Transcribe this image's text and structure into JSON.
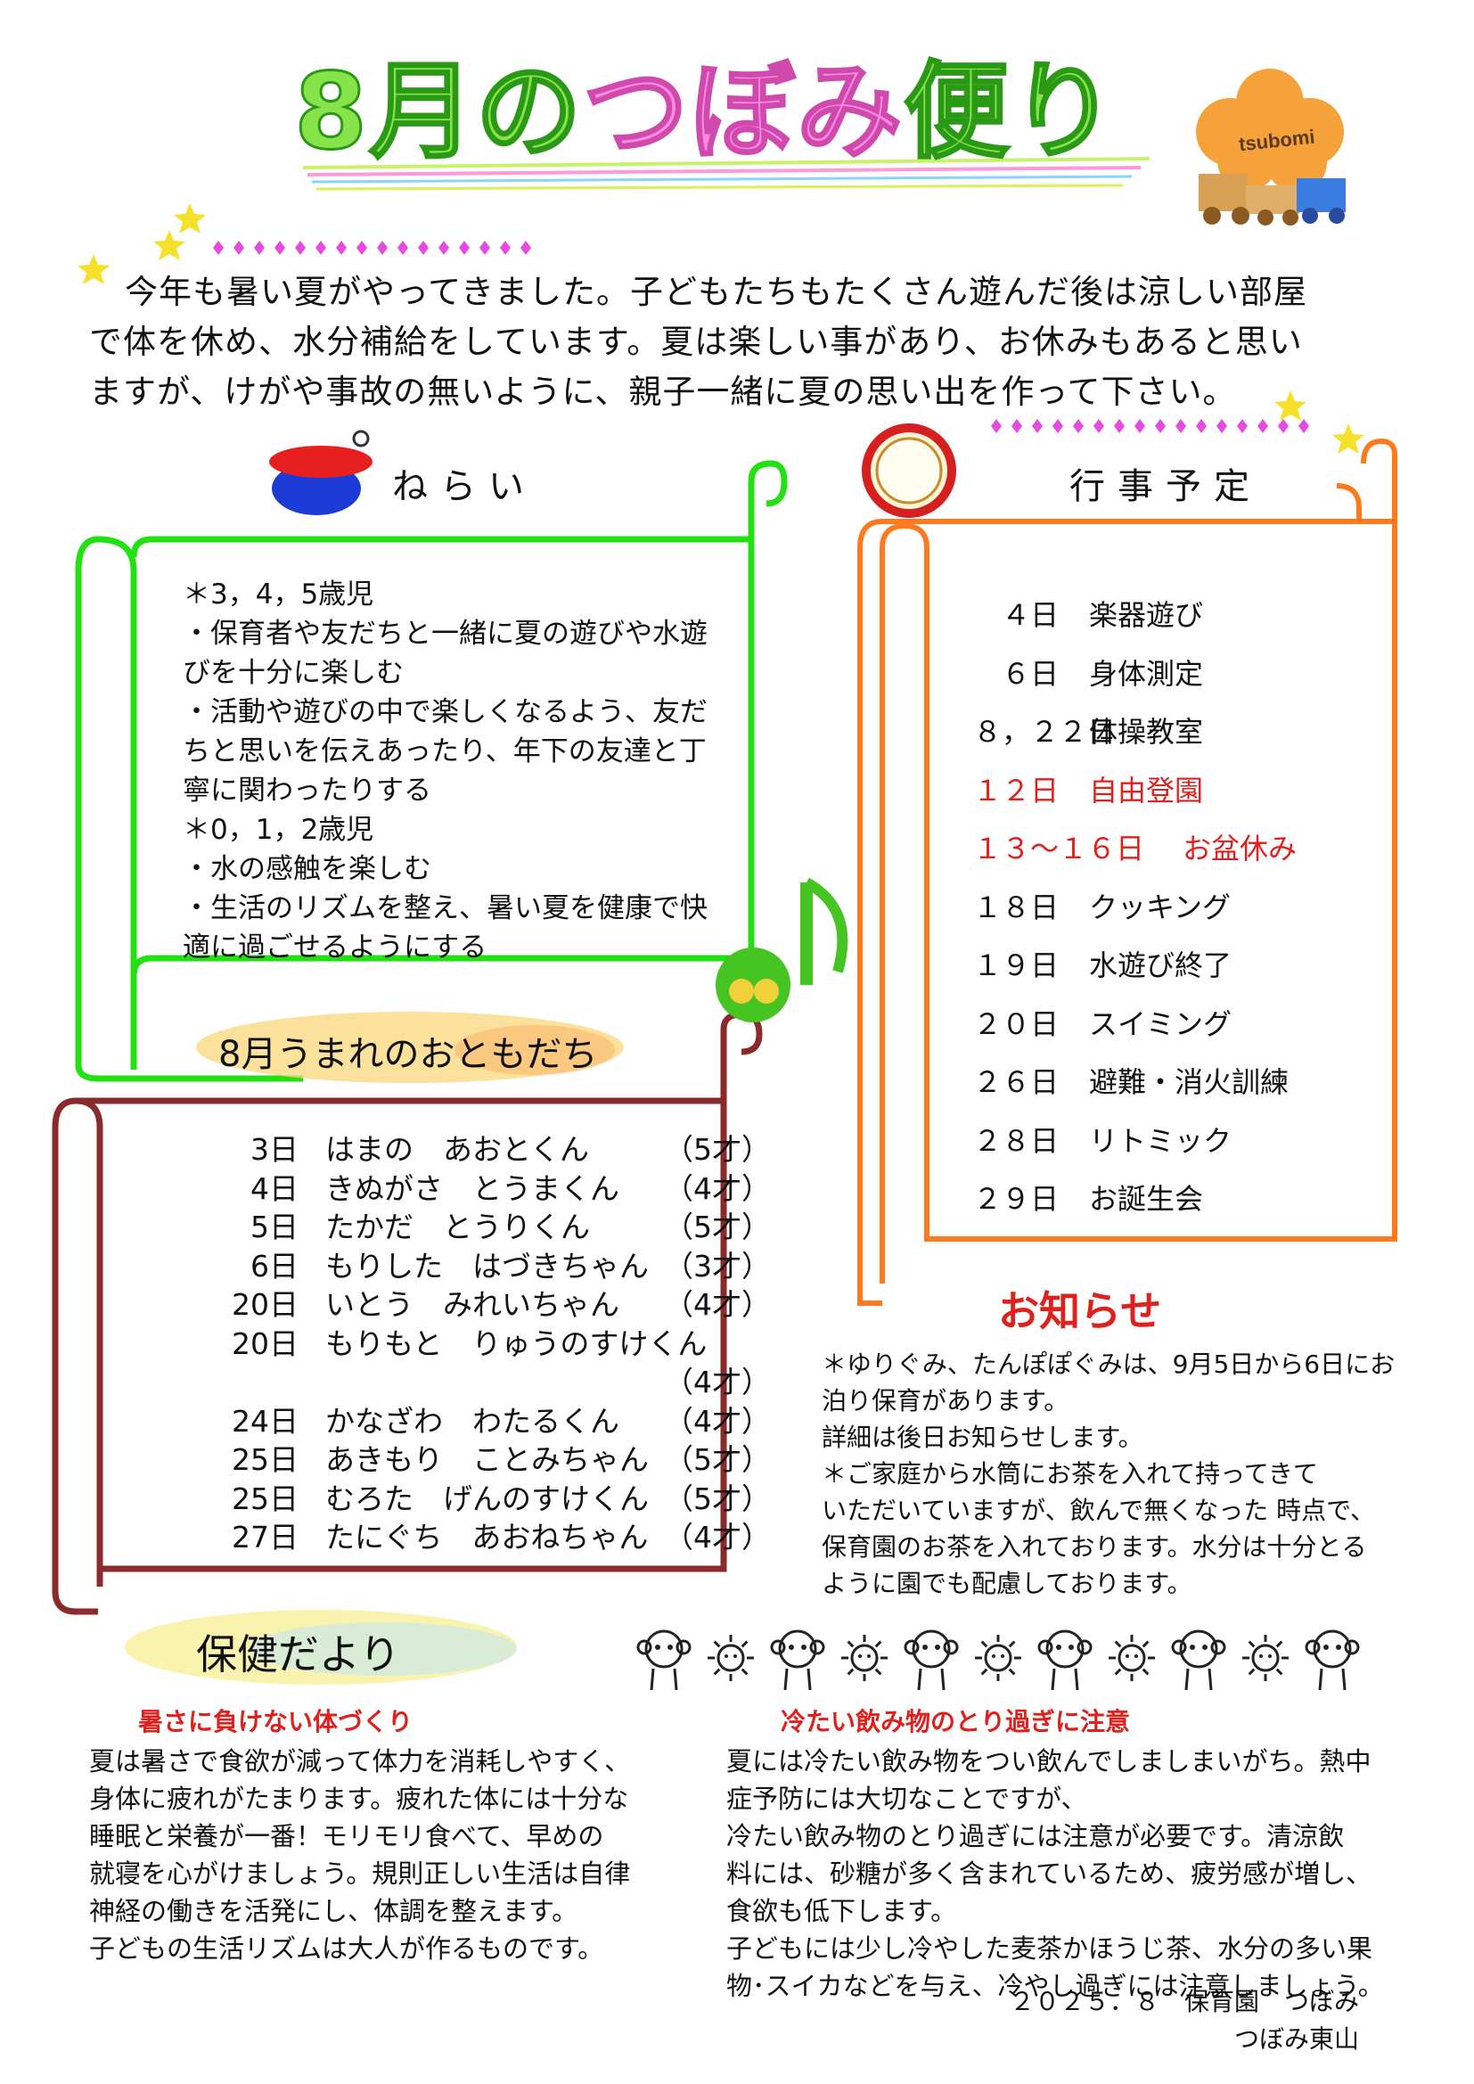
{
  "title": {
    "part1": "8月の",
    "part2": "つぼみ",
    "part3": "便り"
  },
  "logo_text": "tsubomi",
  "intro": "今年も暑い夏がやってきました。子どもたちもたくさん遊んだ後は涼しい部屋で体を休め、水分補給をしています。夏は楽しい事があり、お休みもあると思いますが、けがや事故の無いように、親子一緒に夏の思い出を作って下さい。",
  "nerai": {
    "heading": "ねらい",
    "lines": [
      "＊3，4，5歳児",
      "・保育者や友だちと一緒に夏の遊びや水遊",
      "びを十分に楽しむ",
      "・活動や遊びの中で楽しくなるよう、友だ",
      "ちと思いを伝えあったり、年下の友達と丁",
      "寧に関わったりする",
      "＊0，1，2歳児",
      "・水の感触を楽しむ",
      "・生活のリズムを整え、暑い夏を健康で快",
      "適に過ごせるようにする"
    ]
  },
  "events": {
    "heading": "行事予定",
    "items": [
      {
        "day": "　４日",
        "name": "楽器遊び",
        "highlight": false
      },
      {
        "day": "　６日",
        "name": "身体測定",
        "highlight": false
      },
      {
        "day": "８，２２日",
        "name": "体操教室",
        "highlight": false
      },
      {
        "day": "１２日",
        "name": "自由登園",
        "highlight": true
      },
      {
        "day": "１３～１６日",
        "name": "お盆休み",
        "highlight": true
      },
      {
        "day": "１８日",
        "name": "クッキング",
        "highlight": false
      },
      {
        "day": "１９日",
        "name": "水遊び終了",
        "highlight": false
      },
      {
        "day": "２０日",
        "name": "スイミング",
        "highlight": false
      },
      {
        "day": "２６日",
        "name": "避難・消火訓練",
        "highlight": false
      },
      {
        "day": "２８日",
        "name": "リトミック",
        "highlight": false
      },
      {
        "day": "２９日",
        "name": "お誕生会",
        "highlight": false
      }
    ]
  },
  "birthdays": {
    "heading": "8月うまれのおともだち",
    "items": [
      {
        "day": "3日",
        "name": "はまの　あおとくん",
        "age": "（5才）"
      },
      {
        "day": "4日",
        "name": "きぬがさ　とうまくん",
        "age": "（4才）"
      },
      {
        "day": "5日",
        "name": "たかだ　とうりくん",
        "age": "（5才）"
      },
      {
        "day": "6日",
        "name": "もりした　はづきちゃん",
        "age": "（3才）"
      },
      {
        "day": "20日",
        "name": "いとう　みれいちゃん",
        "age": "（4才）"
      },
      {
        "day": "20日",
        "name": "もりもと　りゅうのすけくん",
        "age": ""
      },
      {
        "day": "",
        "name": "",
        "age": "（4才）"
      },
      {
        "day": "24日",
        "name": "かなざわ　わたるくん",
        "age": "（4才）"
      },
      {
        "day": "25日",
        "name": "あきもり　ことみちゃん",
        "age": "（5才）"
      },
      {
        "day": "25日",
        "name": "むろた　げんのすけくん",
        "age": "（5才）"
      },
      {
        "day": "27日",
        "name": "たにぐち　あおねちゃん",
        "age": "（4才）"
      }
    ]
  },
  "notice": {
    "heading": "お知らせ",
    "lines": [
      "＊ゆりぐみ、たんぽぽぐみは、9月5日から6日にお",
      "泊り保育があります。",
      "詳細は後日お知らせします。",
      "＊ご家庭から水筒にお茶を入れて持ってきて",
      "いただいていますが、飲んで無くなった 時点で、",
      "保育園のお茶を入れております。水分は十分とる",
      "ように園でも配慮しております。"
    ]
  },
  "health": {
    "heading": "保健だより",
    "left_title": "暑さに負けない体づくり",
    "left_lines": [
      "夏は暑さで食欲が減って体力を消耗しやすく、",
      "身体に疲れがたまります。疲れた体には十分な",
      "睡眠と栄養が一番！モリモリ食べて、早めの",
      "就寝を心がけましょう。規則正しい生活は自律",
      "神経の働きを活発にし、体調を整えます。",
      "子どもの生活リズムは大人が作るものです。"
    ],
    "right_title": "冷たい飲み物のとり過ぎに注意",
    "right_lines": [
      "夏には冷たい飲み物をつい飲んでしましまいがち。熱中",
      "症予防には大切なことですが、",
      "冷たい飲み物のとり過ぎには注意が必要です。清涼飲",
      "料には、砂糖が多く含まれているため、疲労感が増し、",
      "食欲も低下します。",
      "子どもには少し冷やした麦茶かほうじ茶、水分の多い果",
      "物･スイカなどを与え、冷やし過ぎには注意しましょう。"
    ]
  },
  "footer": {
    "line1": "２０２５．８　保育園　つぼみ",
    "line2": "つぼみ東山"
  },
  "colors": {
    "nerai_frame": "#22e012",
    "events_frame": "#ff7a1e",
    "birthday_frame": "#8a2a2a",
    "accent_red": "#e0201c",
    "title_green": "#86e34a",
    "title_pink": "#ff8be0"
  },
  "icons": [
    "star-icon",
    "castanets-icon",
    "tambourine-icon",
    "music-note-icon",
    "flower-logo-icon",
    "train-icon",
    "sun-icon",
    "monkey-icon"
  ]
}
